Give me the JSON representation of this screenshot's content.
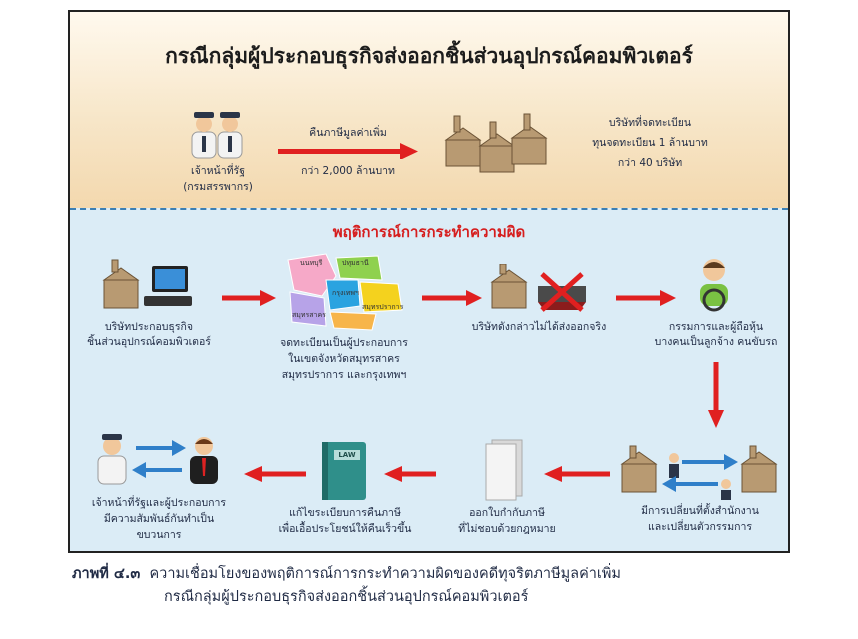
{
  "title": "กรณีกลุ่มผู้ประกอบธุรกิจส่งออกชิ้นส่วนอุปกรณ์คอมพิวเตอร์",
  "top": {
    "official_label": "เจ้าหน้าที่รัฐ",
    "official_sub": "(กรมสรรพากร)",
    "arrow_top": "คืนภาษีมูลค่าเพิ่ม",
    "arrow_bottom": "กว่า 2,000 ล้านบาท",
    "company_line1": "บริษัทที่จดทะเบียน",
    "company_line2": "ทุนจดทะเบียน 1 ล้านบาท",
    "company_line3": "กว่า 40 บริษัท"
  },
  "subtitle": "พฤติการณ์การกระทำความผิด",
  "steps": {
    "s1": [
      "บริษัทประกอบธุรกิจ",
      "ชิ้นส่วนอุปกรณ์คอมพิวเตอร์"
    ],
    "s2": [
      "จดทะเบียนเป็นผู้ประกอบการ",
      "ในเขตจังหวัดสมุทรสาคร",
      "สมุทรปราการ และกรุงเทพฯ"
    ],
    "s3": [
      "บริษัทดังกล่าวไม่ได้ส่งออกจริง"
    ],
    "s4": [
      "กรรมการและผู้ถือหุ้น",
      "บางคนเป็นลูกจ้าง คนขับรถ"
    ],
    "s5": [
      "มีการเปลี่ยนที่ตั้งสำนักงาน",
      "และเปลี่ยนตัวกรรมการ"
    ],
    "s6": [
      "ออกใบกำกับภาษี",
      "ที่ไม่ชอบด้วยกฎหมาย"
    ],
    "s7": [
      "แก้ไขระเบียบการคืนภาษี",
      "เพื่อเอื้อประโยชน์ให้คืนเร็วขึ้น"
    ],
    "s8": [
      "เจ้าหน้าที่รัฐและผู้ประกอบการ",
      "มีความสัมพันธ์กันทำเป็น",
      "ขบวนการ"
    ]
  },
  "map_labels": [
    "นนทบุรี",
    "ปทุมธานี",
    "กรุงเทพฯ",
    "สมุทรสาคร",
    "สมุทรปราการ"
  ],
  "law_label": "LAW",
  "caption": {
    "fig": "ภาพที่ ๔.๓",
    "line1": "ความเชื่อมโยงของพฤติการณ์การกระทำความผิดของคดีทุจริตภาษีมูลค่าเพิ่ม",
    "line2": "กรณีกลุ่มผู้ประกอบธุรกิจส่งออกชิ้นส่วนอุปกรณ์คอมพิวเตอร์"
  },
  "colors": {
    "arrow_red": "#e02020",
    "arrow_blue": "#2f7fc9",
    "subtitle_red": "#d61e1e"
  }
}
